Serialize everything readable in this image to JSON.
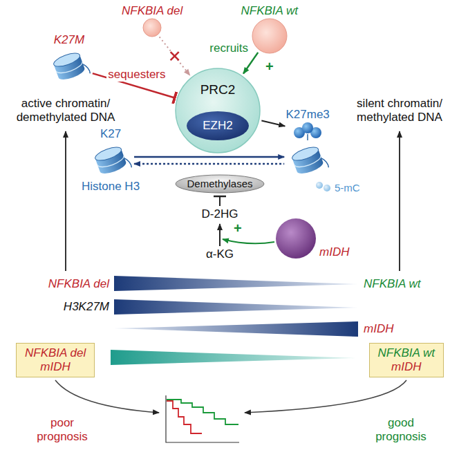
{
  "diagram": {
    "nodes": [
      {
        "text": [
          "NFKBIA del"
        ]
      },
      {
        "text": [
          "NFKBIA wt"
        ]
      },
      {
        "text": [
          "K27M"
        ]
      },
      {
        "text": [
          "PRC2"
        ]
      },
      {
        "text": [
          "EZH2"
        ],
        "in": 3
      },
      {
        "text": [
          "K27",
          "Histone H3"
        ]
      },
      {
        "text": [
          "K27me3"
        ]
      },
      {
        "text": [
          "Demethylases"
        ]
      },
      {
        "text": [
          "mIDH"
        ]
      },
      {
        "text": [
          "NFKBIA del",
          "mIDH"
        ]
      },
      {
        "text": [
          "NFKBIA wt",
          "mIDH"
        ]
      }
    ],
    "edges": [
      {
        "from": 2,
        "to": 3,
        "arrow": "to",
        "label": "sequesters"
      },
      {
        "from": 0,
        "to": 3,
        "arrow": "to"
      },
      {
        "from": 1,
        "to": 3,
        "arrow": "to",
        "label": "recruits"
      },
      {
        "from": 3,
        "to": 6,
        "arrow": "to"
      },
      {
        "from": 5,
        "to": 6,
        "arrow": "both"
      }
    ],
    "labels": [
      "+",
      "active chromatin/ demethylated DNA",
      "silent chromatin/ methylated DNA",
      "5-mC",
      "D-2HG",
      "α-KG",
      "+",
      "NFKBIA del",
      "NFKBIA wt",
      "H3K27M",
      "mIDH",
      "poor prognosis",
      "good prognosis"
    ]
  }
}
